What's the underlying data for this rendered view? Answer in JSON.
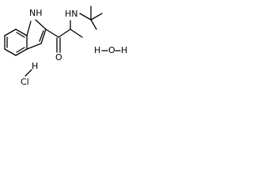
{
  "molecule": {
    "atoms": {
      "indole_nh": "NH",
      "carbonyl_o": "O",
      "amine_nh": "HN",
      "water_o": "O",
      "water_h_left": "H",
      "water_h_right": "H",
      "hcl_cl": "Cl",
      "hcl_h": "H"
    },
    "colors": {
      "bond": "#000000",
      "label": "#000000",
      "background": "#ffffff"
    }
  }
}
